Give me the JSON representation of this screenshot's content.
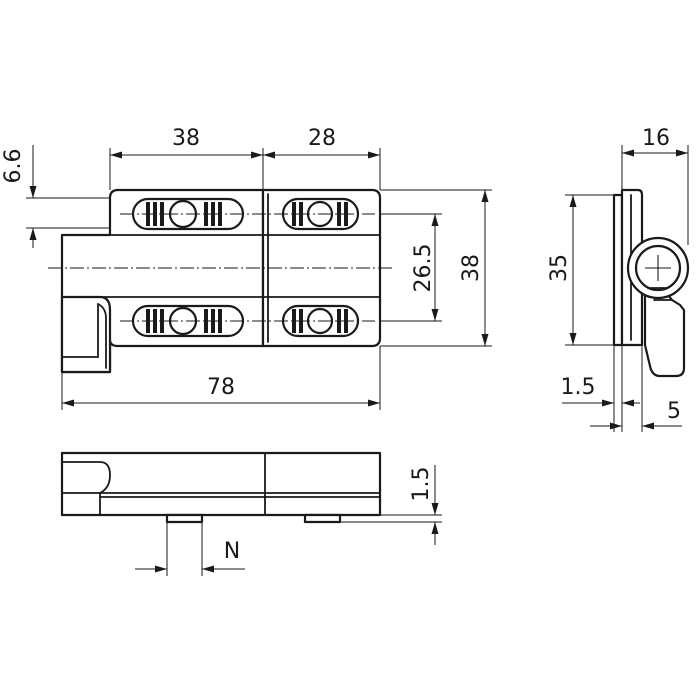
{
  "dimensions": {
    "d38_top": "38",
    "d28_top": "28",
    "d6_6": "6.6",
    "d26_5": "26.5",
    "d38_side": "38",
    "d78": "78",
    "d16": "16",
    "d35": "35",
    "d1_5_side": "1.5",
    "d5": "5",
    "d1_5_bottom": "1.5",
    "dN": "N"
  },
  "colors": {
    "line": "#1a1a1a",
    "background": "#ffffff"
  }
}
